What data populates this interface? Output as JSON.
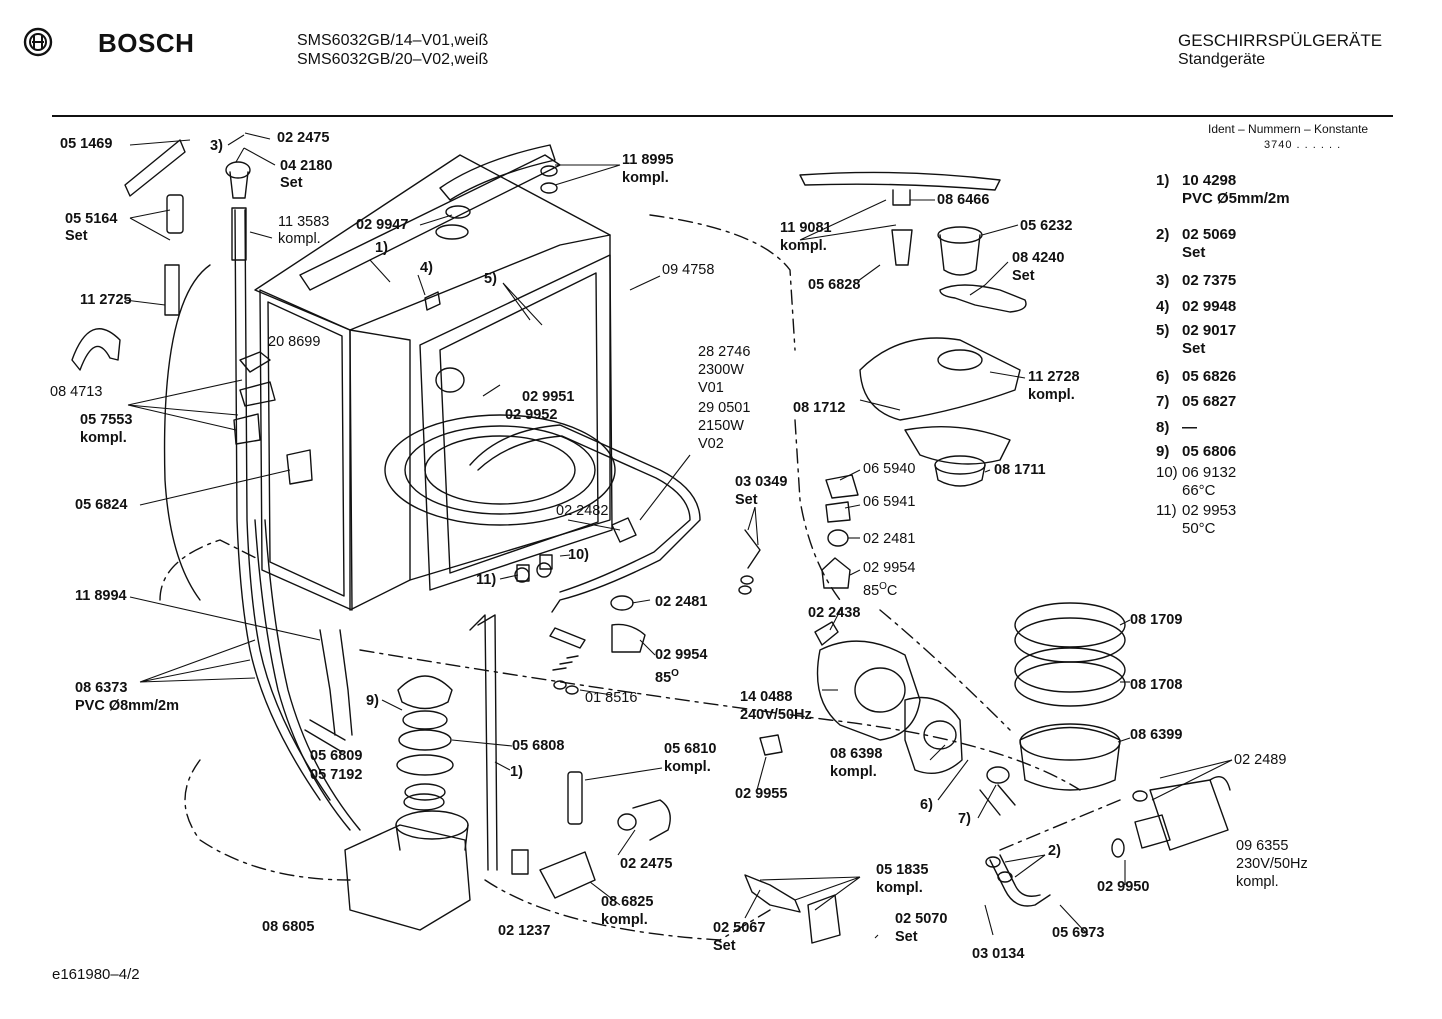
{
  "header": {
    "brand": "BOSCH",
    "models": [
      "SMS6032GB/14–V01,weiß",
      "SMS6032GB/20–V02,weiß"
    ],
    "category": "GESCHIRRSPÜLGERÄTE",
    "subcategory": "Standgeräte"
  },
  "ident": {
    "title": "Ident – Nummern – Konstante",
    "value": "3740 . .   . . . ."
  },
  "legend": [
    {
      "key": "1)",
      "line1": "10 4298",
      "line2": "PVC Ø5mm/2m",
      "bold": true
    },
    {
      "key": "2)",
      "line1": "02 5069",
      "line2": "Set",
      "bold": true
    },
    {
      "key": "3)",
      "line1": "02 7375",
      "line2": "",
      "bold": true
    },
    {
      "key": "4)",
      "line1": "02 9948",
      "line2": "",
      "bold": true
    },
    {
      "key": "5)",
      "line1": "02 9017",
      "line2": "Set",
      "bold": true
    },
    {
      "key": "6)",
      "line1": "05 6826",
      "line2": "",
      "bold": true
    },
    {
      "key": "7)",
      "line1": "05 6827",
      "line2": "",
      "bold": true
    },
    {
      "key": "8)",
      "line1": "—",
      "line2": "",
      "bold": true
    },
    {
      "key": "9)",
      "line1": "05 6806",
      "line2": "",
      "bold": true
    },
    {
      "key": "10)",
      "line1": "06 9132",
      "line2": "66°C",
      "bold": false
    },
    {
      "key": "11)",
      "line1": "02 9953",
      "line2": "50°C",
      "bold": false
    }
  ],
  "labels": {
    "p051469": "05 1469",
    "p3": "3)",
    "p022475a": "02 2475",
    "p042180": "04 2180",
    "p042180set": "Set",
    "p055164": "05 5164",
    "p055164set": "Set",
    "p113583": "11 3583",
    "p113583k": "kompl.",
    "p118995": "11 8995",
    "p118995k": "kompl.",
    "p029947": "02 9947",
    "p1a": "1)",
    "p4": "4)",
    "p112725": "11 2725",
    "p5": "5)",
    "p094758": "09 4758",
    "p084713": "08 4713",
    "p208699": "20 8699",
    "p057553": "05 7553",
    "p057553k": "kompl.",
    "p029951": "02 9951",
    "p029952": "02 9952",
    "p282746": "28 2746",
    "p2300w": "2300W",
    "pv01": "V01",
    "p290501": "29 0501",
    "p2150w": "2150W",
    "pv02": "V02",
    "p056824": "05 6824",
    "p022482": "02 2482",
    "p10": "10)",
    "p11": "11)",
    "p022481a": "02 2481",
    "p118994": "11 8994",
    "p029954a": "02 9954",
    "p85a": "85",
    "p85asup": "O",
    "p018516": "01 8516",
    "p086373": "08 6373",
    "p086373pvc": "PVC Ø8mm/2m",
    "p9": "9)",
    "p056808": "05 6808",
    "p056809": "05 6809",
    "p057192": "05 7192",
    "p1b": "1)",
    "p056810": "05 6810",
    "p056810k": "kompl.",
    "p022475b": "02 2475",
    "p086805": "08 6805",
    "p021237": "02 1237",
    "p086825": "08 6825",
    "p086825k": "kompl.",
    "p051835": "05 1835",
    "p051835k": "kompl.",
    "p025067": "02 5067",
    "p025067set": "Set",
    "p025070": "02 5070",
    "p025070set": "Set",
    "p030134": "03 0134",
    "p119081": "11 9081",
    "p119081k": "kompl.",
    "p086466": "08 6466",
    "p056232": "05 6232",
    "p084240": "08 4240",
    "p084240set": "Set",
    "p056828": "05 6828",
    "p112728": "11 2728",
    "p112728k": "kompl.",
    "p081712": "08 1712",
    "p065940": "06 5940",
    "p081711": "08 1711",
    "p030349": "03 0349",
    "p030349set": "Set",
    "p065941": "06 5941",
    "p022481b": "02 2481",
    "p029954b": "02 9954",
    "p85b": "85",
    "p85bsup": "O",
    "p85bc": "C",
    "p022438": "02 2438",
    "p140488": "14 0488",
    "p240v": "240V/50Hz",
    "p029955": "02 9955",
    "p086398": "08 6398",
    "p086398k": "kompl.",
    "p6": "6)",
    "p7": "7)",
    "p081709": "08 1709",
    "p081708": "08 1708",
    "p086399": "08 6399",
    "p022489": "02 2489",
    "p096355": "09 6355",
    "p230v": "230V/50Hz",
    "p096355k": "kompl.",
    "p029950": "02 9950",
    "p2": "2)",
    "p056973": "05 6973"
  },
  "footer": {
    "code": "e161980–4/2"
  }
}
